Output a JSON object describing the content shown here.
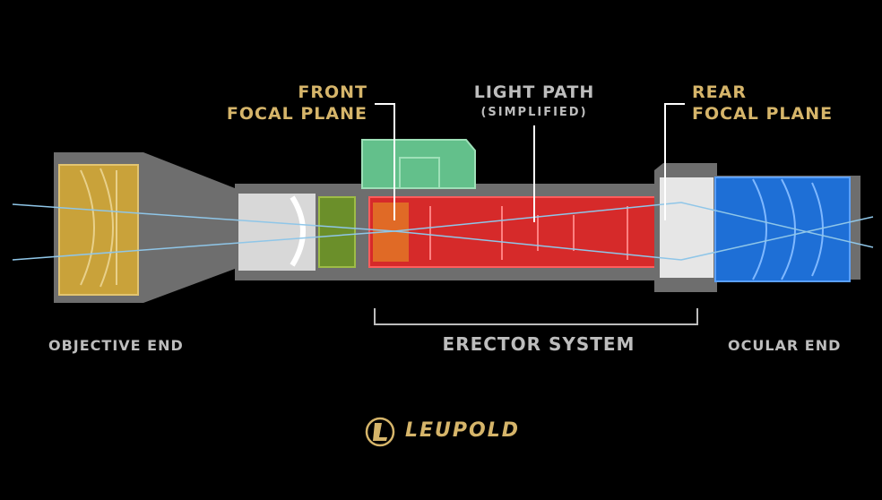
{
  "labels": {
    "front_focal_line1": "FRONT",
    "front_focal_line2": "FOCAL PLANE",
    "light_path": "LIGHT PATH",
    "light_path_sub": "(SIMPLIFIED)",
    "rear_focal_line1": "REAR",
    "rear_focal_line2": "FOCAL PLANE",
    "objective_end": "OBJECTIVE END",
    "erector_system": "ERECTOR SYSTEM",
    "ocular_end": "OCULAR END"
  },
  "brand": {
    "name": "LEUPOLD"
  },
  "colors": {
    "background": "#000000",
    "body_grey": "#6e6e6e",
    "objective_gold": "#c9a23a",
    "focal_green": "#6b8f2a",
    "turret_green": "#63c08b",
    "erector_red": "#d62a2a",
    "front_focal_orange": "#e06a26",
    "ocular_blue": "#1e6fd6",
    "light_path": "#8fc6e8",
    "label_gold": "#d6b56a",
    "label_grey": "#bdbdbd"
  }
}
